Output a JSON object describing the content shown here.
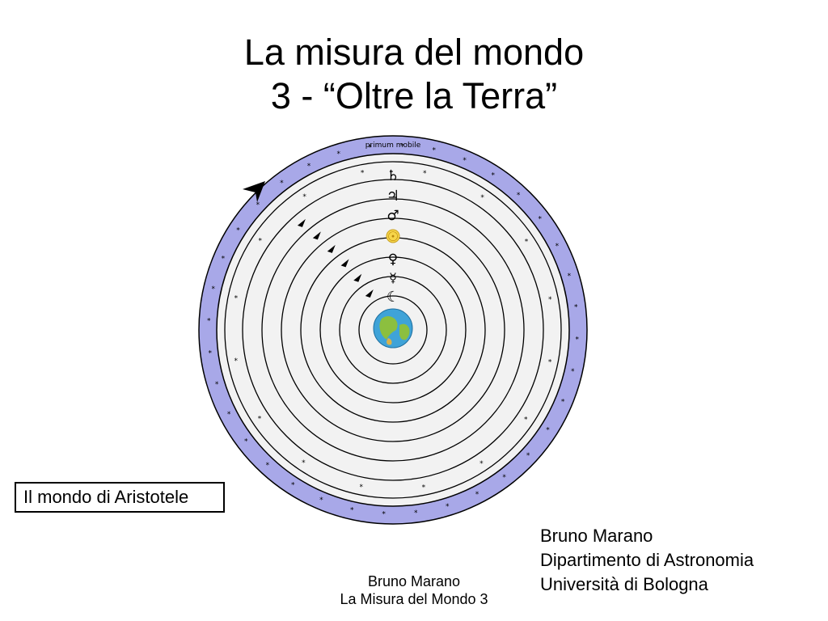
{
  "slide": {
    "title_line1": "La misura del mondo",
    "title_line2": "3 - “Oltre la Terra”"
  },
  "diagram": {
    "outer_ring_label": "primum mobile",
    "planet_symbols": [
      "♄",
      "♃",
      "♂",
      "☉",
      "♀",
      "☿",
      "☾"
    ],
    "colors": {
      "outer_ring": "#a8a8e8",
      "background": "#f2f2f2",
      "sun": "#f6d54a",
      "earth_ocean": "#3fa3d8",
      "earth_land": "#8cbf3f"
    }
  },
  "caption": "Il mondo di Aristotele",
  "author": {
    "name": "Bruno Marano",
    "department": "Dipartimento di Astronomia",
    "university": "Università di Bologna"
  },
  "footer": {
    "line1": "Bruno Marano",
    "line2": "La Misura del Mondo 3"
  }
}
